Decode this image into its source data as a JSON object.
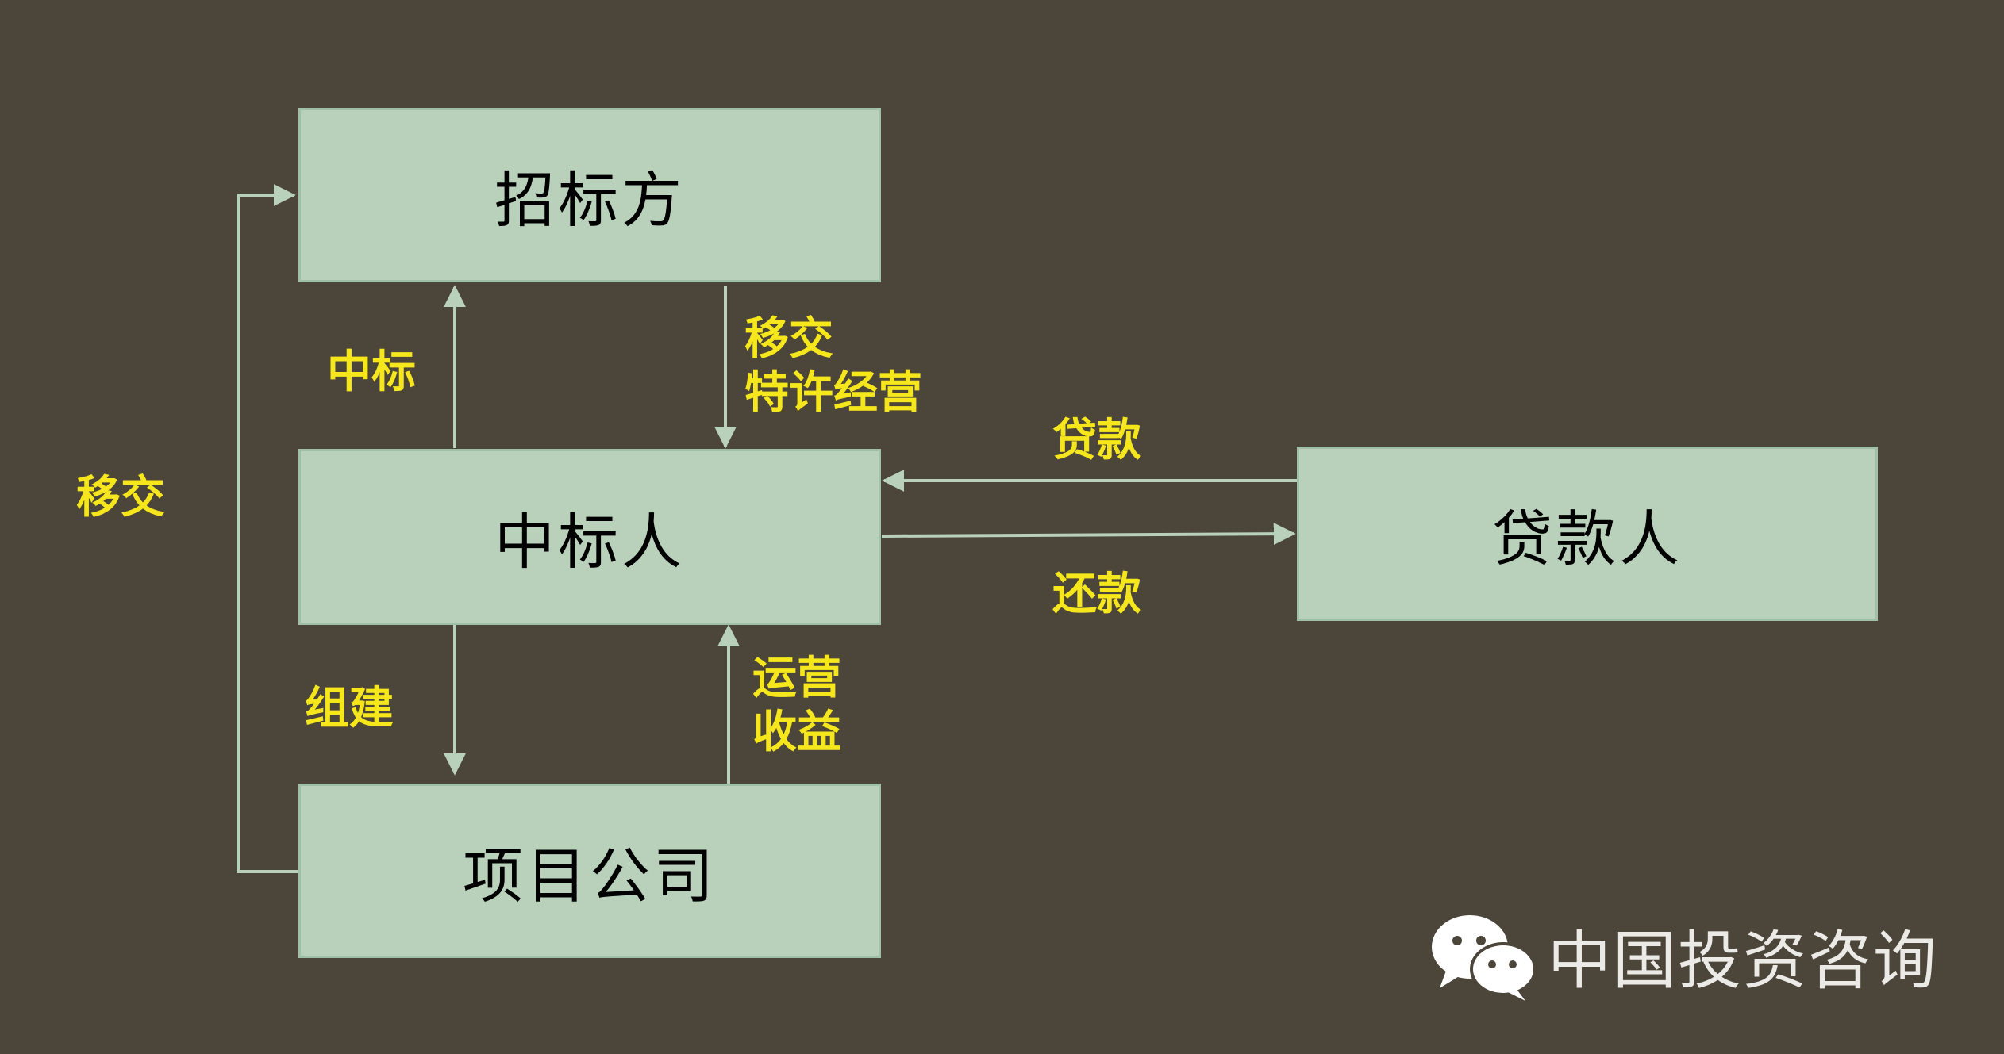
{
  "nodes": {
    "bidder_party": "招标方",
    "winning_bidder": "中标人",
    "lender": "贷款人",
    "project_company": "项目公司"
  },
  "edges": {
    "win_bid": "中标",
    "transfer_concession": [
      "移交",
      "特许经营"
    ],
    "loan": "贷款",
    "repayment": "还款",
    "establish": "组建",
    "operating_revenue": [
      "运营",
      "收益"
    ],
    "transfer_left": "移交"
  },
  "watermark": {
    "text": "中国投资咨询",
    "icon": "wechat-icon"
  },
  "colors": {
    "background": "#4b453a",
    "box_fill": "#b9d1bb",
    "arrow": "#b9d1bb",
    "label": "#f5e71c"
  }
}
